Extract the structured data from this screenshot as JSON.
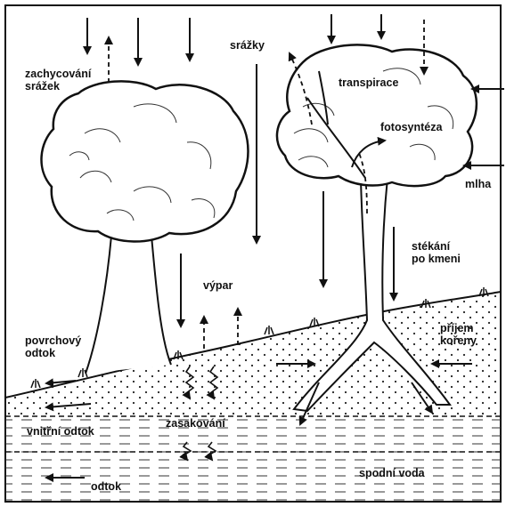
{
  "labels": {
    "zachycovani_srazek": "zachycování\nsrážek",
    "srazky": "srážky",
    "transpirace": "transpirace",
    "fotosynteza": "fotosyntéza",
    "mlha": "mlha",
    "stekani_po_kmeni": "stékání\npo kmeni",
    "vypar": "výpar",
    "povrchovy_odtok": "povrchový\nodtok",
    "prijem_koreny": "příjem\nkořeny",
    "vnitrni_odtok": "vnitřní odtok",
    "zasakovani": "zasakování",
    "odtok": "odtok",
    "spodni_voda": "spodní voda"
  },
  "colors": {
    "ink": "#111111",
    "background": "#ffffff"
  }
}
